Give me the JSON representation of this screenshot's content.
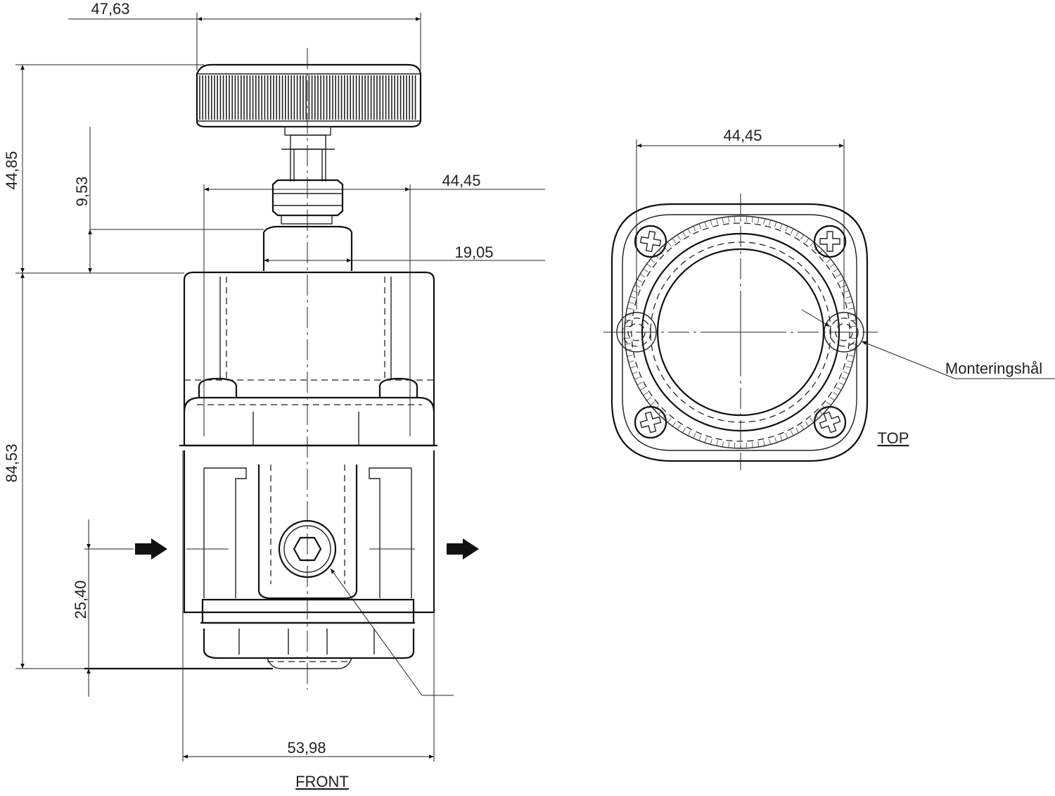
{
  "front_view": {
    "label": "FRONT",
    "dimensions": {
      "knob_width": "47,63",
      "total_top_height": "44,85",
      "bonnet_height": "9,53",
      "body_width_top": "44,45",
      "bonnet_width": "19,05",
      "body_height": "84,53",
      "port_height": "25,40",
      "base_width": "53,98"
    }
  },
  "top_view": {
    "label": "TOP",
    "dimensions": {
      "width": "44,45"
    },
    "callout": "Monteringshål"
  }
}
